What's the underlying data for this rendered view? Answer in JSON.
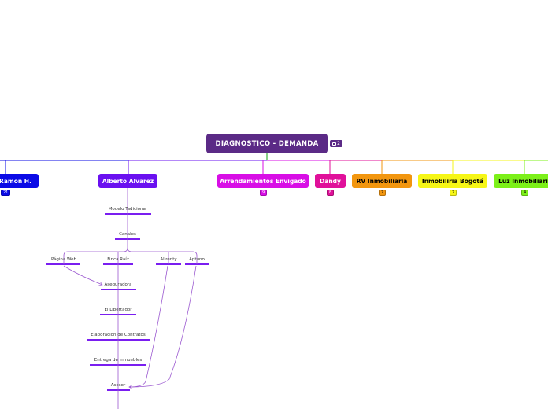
{
  "root": {
    "title": "DIAGNOSTICO - DEMANDA",
    "comment_count": "2",
    "color": "#5b2a86"
  },
  "branches": [
    {
      "label": "Ramon H.",
      "badge": "21",
      "color": "#0a0ae6",
      "text_color": "#ffffff"
    },
    {
      "label": "Alberto Alvarez",
      "badge": "",
      "color": "#6a10f0",
      "text_color": "#ffffff"
    },
    {
      "label": "Arrendamientos Envigado",
      "badge": "9",
      "color": "#d80ee6",
      "text_color": "#ffffff"
    },
    {
      "label": "Dandy",
      "badge": "8",
      "color": "#e0109a",
      "text_color": "#ffffff"
    },
    {
      "label": "RV Inmobiliaria",
      "badge": "7",
      "color": "#f2960f",
      "text_color": "#000000"
    },
    {
      "label": "Inmobiliria Bogotá",
      "badge": "7",
      "color": "#f6f617",
      "text_color": "#000000"
    },
    {
      "label": "Luz Inmobiliaria",
      "badge": "4",
      "color": "#7cf019",
      "text_color": "#000000"
    }
  ],
  "subtopics": {
    "modelo": "Modelo Tadicional",
    "canales": "Canales",
    "pagina_web": "Página Web",
    "finca_raiz": "Finca Raíz",
    "allrenty": "Allrenty",
    "aptuno": "Aptuno",
    "aseguradora": "Aseguradora",
    "el_libertador": "El Libertador",
    "elaboracion": "Elaboracion de Contratos",
    "entrega": "Entrega de Inmuebles",
    "asesor": "Asesor"
  },
  "sub_color": "#7a1ef0",
  "link_color": "#9b59d0"
}
